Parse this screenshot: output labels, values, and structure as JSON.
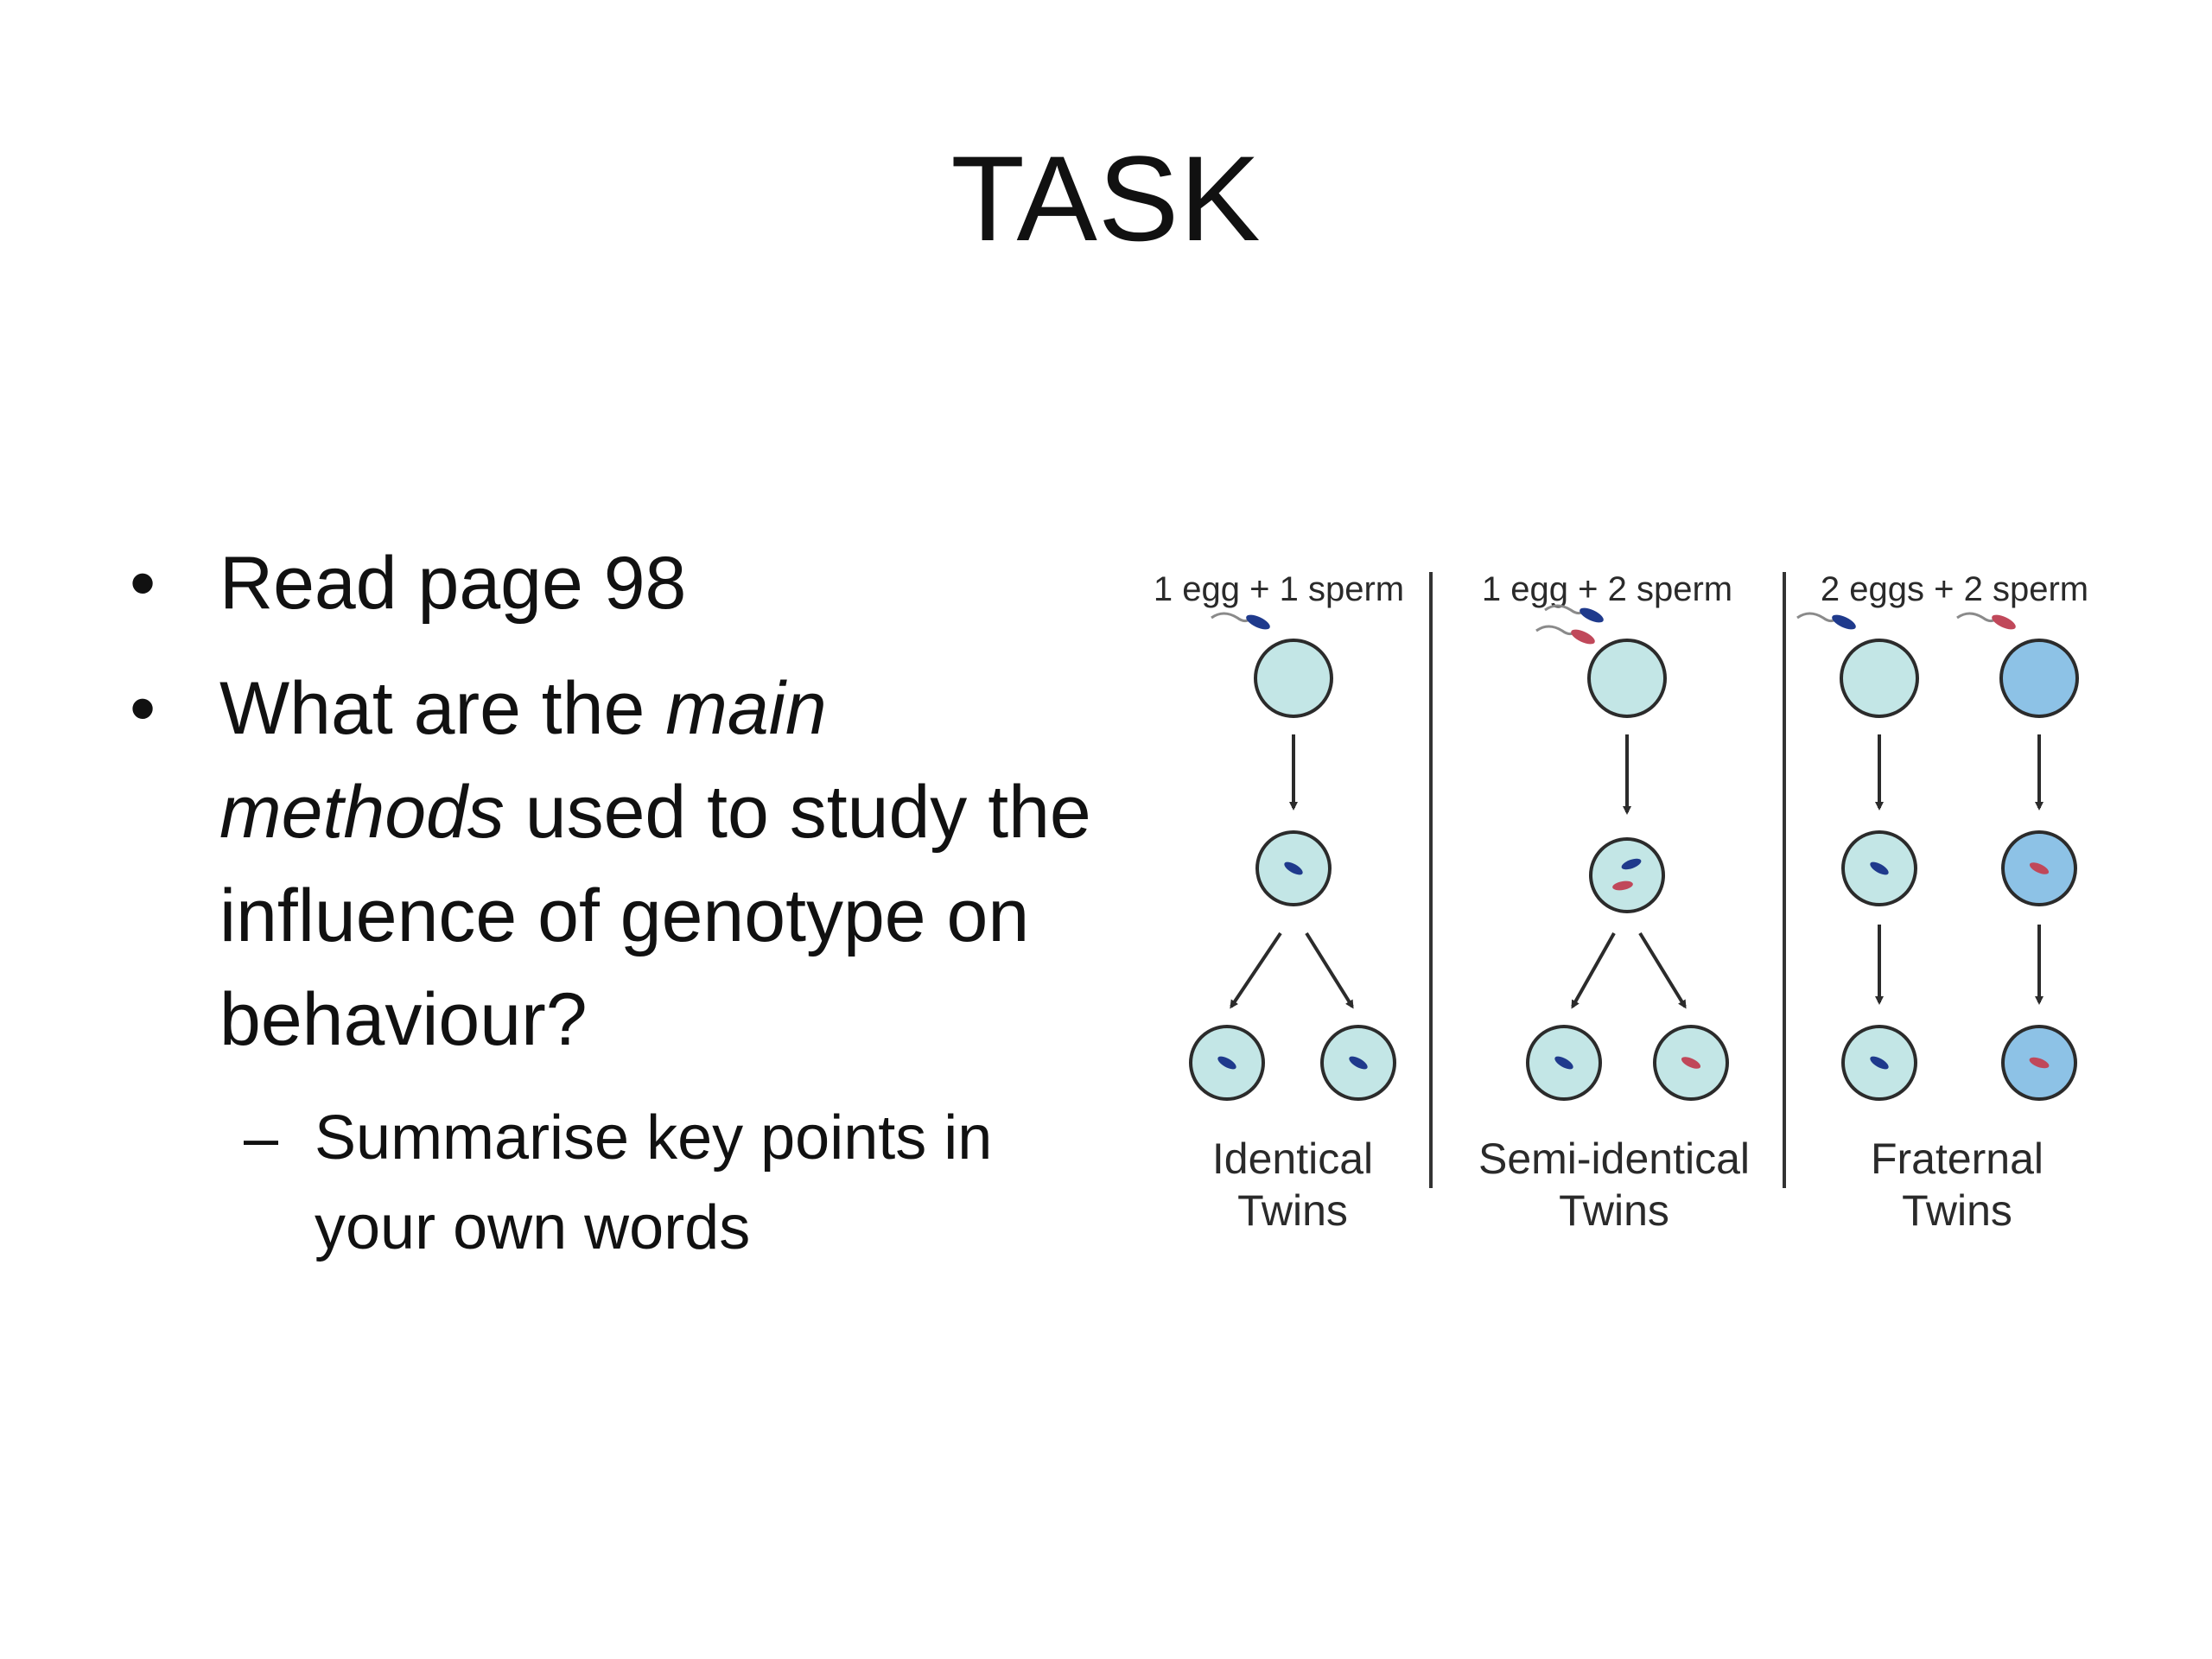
{
  "slide": {
    "title": "TASK",
    "bullets": [
      {
        "marker": "•",
        "text": "Read page 98"
      },
      {
        "marker": "•",
        "text_before": "What are the ",
        "emphasis": "main methods",
        "text_after": " used to study the influence of genotype on behaviour?"
      }
    ],
    "sub_bullet": {
      "marker": "–",
      "text": "Summarise key points in your own words"
    }
  },
  "figure": {
    "columns": [
      {
        "caption": "1 egg + 1 sperm",
        "label_line1": "Identical",
        "label_line2": "Twins"
      },
      {
        "caption": "1 egg + 2 sperm",
        "label_line1": "Semi-identical",
        "label_line2": "Twins"
      },
      {
        "caption": "2 eggs + 2 sperm",
        "label_line1": "Fraternal",
        "label_line2": "Twins"
      }
    ],
    "colors": {
      "cell_light": "#c3e6e6",
      "cell_blue": "#8dc2e6",
      "cell_outline": "#2b2b2b",
      "sperm_blue": "#1f3a8c",
      "sperm_red": "#c0485a",
      "divider": "#333333"
    }
  }
}
